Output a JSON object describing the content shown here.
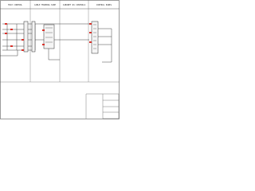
{
  "diagram": {
    "zones": [
      {
        "label": "TRAY CONTROL"
      },
      {
        "label": "CABLE FRAMING SIDE"
      },
      {
        "label": "CABINET #1 CONTROLS"
      },
      {
        "label": "CONTROL PANEL"
      }
    ],
    "colors": {
      "ink": "#2f2f2f",
      "accent": "#d9322b",
      "grid": "#5a5a5a"
    },
    "title_block": {
      "rows": [
        "",
        "",
        "",
        ""
      ]
    }
  }
}
